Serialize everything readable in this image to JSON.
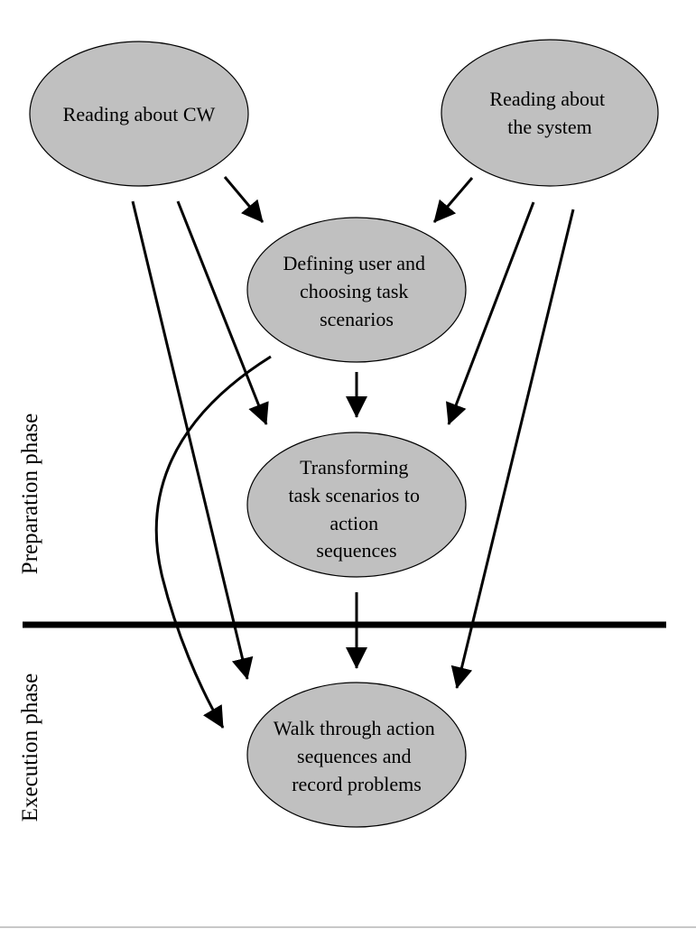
{
  "nodes": {
    "reading_cw": {
      "lines": [
        "Reading about CW"
      ]
    },
    "reading_system": {
      "lines": [
        "Reading about",
        "the system"
      ]
    },
    "defining_user": {
      "lines": [
        "Defining user and",
        "choosing task",
        "scenarios"
      ]
    },
    "transforming": {
      "lines": [
        "Transforming",
        "task scenarios to",
        "action",
        "sequences"
      ]
    },
    "walk_through": {
      "lines": [
        "Walk through action",
        "sequences and",
        "record problems"
      ]
    }
  },
  "phases": {
    "preparation": "Preparation phase",
    "execution": "Execution phase"
  },
  "colors": {
    "node_fill": "#c0c0c0",
    "stroke": "#000000",
    "background": "#ffffff"
  },
  "bottom_rule_color": "#c8c8c8"
}
